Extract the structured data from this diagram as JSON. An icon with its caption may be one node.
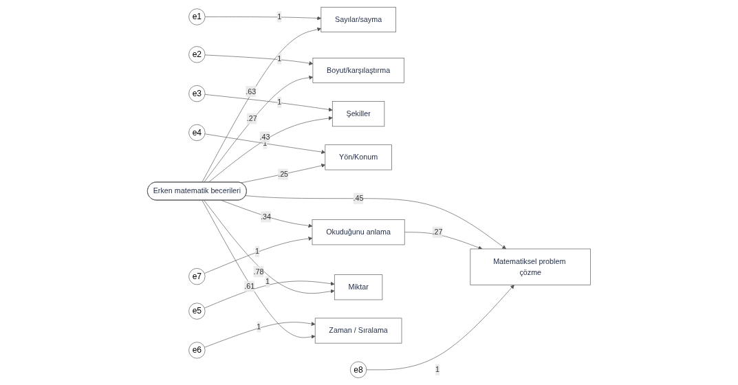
{
  "diagram": {
    "nodes": [
      {
        "text": [
          "e1"
        ]
      },
      {
        "text": [
          "Sayılar/sayma"
        ]
      },
      {
        "text": [
          "e2"
        ]
      },
      {
        "text": [
          "Boyut/karşılaştırma"
        ]
      },
      {
        "text": [
          "e3"
        ]
      },
      {
        "text": [
          "Şekiller"
        ]
      },
      {
        "text": [
          "e4"
        ]
      },
      {
        "text": [
          "Yön/Konum"
        ]
      },
      {
        "text": [
          "e5"
        ]
      },
      {
        "text": [
          "Miktar"
        ]
      },
      {
        "text": [
          "e6"
        ]
      },
      {
        "text": [
          "Zaman / Sıralama"
        ]
      },
      {
        "text": [
          "Erken matematik becerileri"
        ]
      },
      {
        "text": [
          "Matematiksel problem çözme"
        ]
      },
      {
        "text": [
          "e8"
        ]
      },
      {
        "text": [
          "Okuduğunu anlama"
        ]
      },
      {
        "text": [
          "e7"
        ]
      }
    ],
    "edges": [
      {
        "from": 0,
        "to": 1,
        "label": "1",
        "arrow": "to"
      },
      {
        "from": 2,
        "to": 3,
        "label": "1",
        "arrow": "to"
      },
      {
        "from": 4,
        "to": 5,
        "label": "1",
        "arrow": "to"
      },
      {
        "from": 6,
        "to": 7,
        "label": "1",
        "arrow": "to"
      },
      {
        "from": 8,
        "to": 9,
        "label": "1",
        "arrow": "to"
      },
      {
        "from": 10,
        "to": 11,
        "label": "1",
        "arrow": "to"
      },
      {
        "from": 12,
        "to": 1,
        "label": ".63",
        "arrow": "to"
      },
      {
        "from": 12,
        "to": 3,
        "label": ".27",
        "arrow": "to"
      },
      {
        "from": 12,
        "to": 5,
        "label": ".43",
        "arrow": "to"
      },
      {
        "from": 12,
        "to": 7,
        "label": ".25",
        "arrow": "to"
      },
      {
        "from": 12,
        "to": 9,
        "label": ".78",
        "arrow": "to"
      },
      {
        "from": 12,
        "to": 11,
        "label": ".61",
        "arrow": "to"
      },
      {
        "from": 12,
        "to": 13,
        "label": ".45",
        "arrow": "to"
      },
      {
        "from": 12,
        "to": 15,
        "label": ".34",
        "arrow": "to"
      },
      {
        "from": 15,
        "to": 13,
        "label": ".27",
        "arrow": "to"
      },
      {
        "from": 14,
        "to": 13,
        "label": "1",
        "arrow": "to"
      },
      {
        "from": 16,
        "to": 15,
        "label": "1",
        "arrow": "to"
      }
    ]
  }
}
